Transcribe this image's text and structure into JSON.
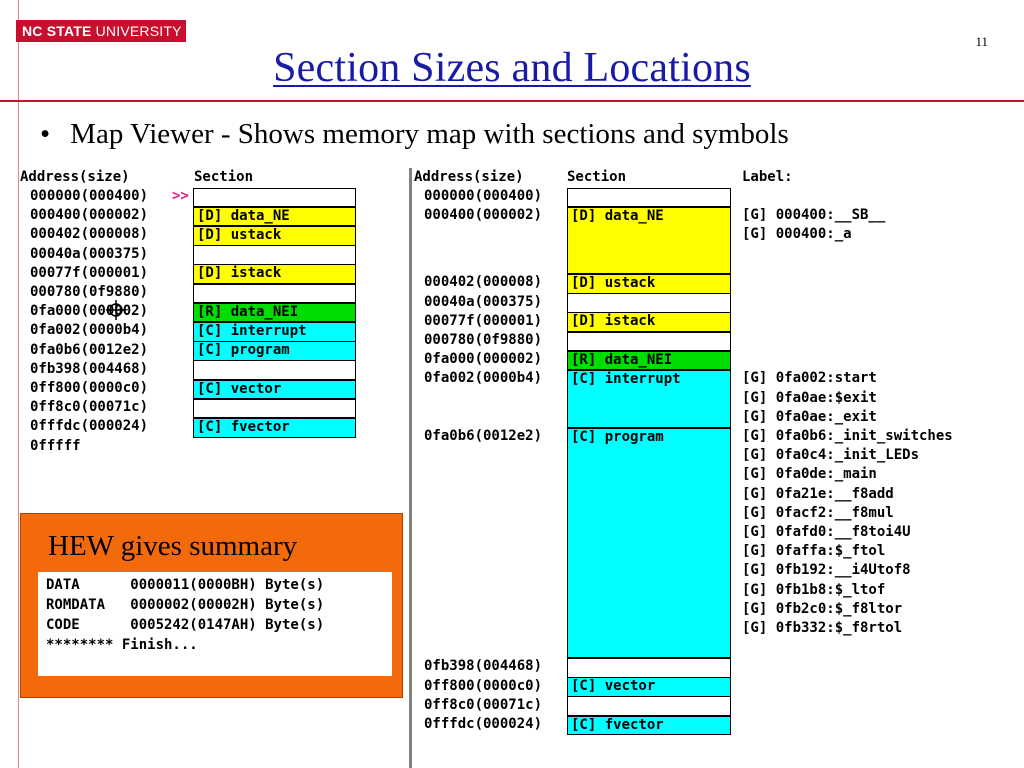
{
  "header": {
    "logo_bold": "NC STATE",
    "logo_rest": " UNIVERSITY",
    "slide_number": "11",
    "title": "Section Sizes and Locations"
  },
  "bullet": {
    "marker": "•",
    "text": "Map Viewer - Shows memory map with sections and symbols"
  },
  "left_map": {
    "header_address": "Address(size)",
    "header_section": "Section",
    "rows": [
      {
        "address": "000000(000400)",
        "section": "",
        "color": "#ffffff",
        "arrow": ">>"
      },
      {
        "address": "000400(000002)",
        "section": "[D] data_NE",
        "color": "#ffff00"
      },
      {
        "address": "000402(000008)",
        "section": "[D] ustack",
        "color": "#ffff00"
      },
      {
        "address": "00040a(000375)",
        "section": "",
        "color": "#ffffff"
      },
      {
        "address": "00077f(000001)",
        "section": "[D] istack",
        "color": "#ffff00"
      },
      {
        "address": "000780(0f9880)",
        "section": "",
        "color": "#ffffff"
      },
      {
        "address": "0fa000(000002)",
        "section": "[R] data_NEI",
        "color": "#00dd00"
      },
      {
        "address": "0fa002(0000b4)",
        "section": "[C] interrupt",
        "color": "#00ffff"
      },
      {
        "address": "0fa0b6(0012e2)",
        "section": "[C] program",
        "color": "#00ffff"
      },
      {
        "address": "0fb398(004468)",
        "section": "",
        "color": "#ffffff"
      },
      {
        "address": "0ff800(0000c0)",
        "section": "[C] vector",
        "color": "#00ffff"
      },
      {
        "address": "0ff8c0(00071c)",
        "section": "",
        "color": "#ffffff"
      },
      {
        "address": "0fffdc(000024)",
        "section": "[C] fvector",
        "color": "#00ffff"
      }
    ],
    "end_address": "0fffff"
  },
  "right_map": {
    "header_address": "Address(size)",
    "header_section": "Section",
    "header_label": "Label:",
    "sections": [
      {
        "address": "000000(000400)",
        "section": "",
        "color": "#ffffff",
        "labels": []
      },
      {
        "address": "000400(000002)",
        "section": "[D] data_NE",
        "color": "#ffff00",
        "labels": [
          "[G] 000400:__SB__",
          "[G] 000400:_a"
        ]
      },
      {
        "address": "000402(000008)",
        "section": "[D] ustack",
        "color": "#ffff00",
        "labels": []
      },
      {
        "address": "00040a(000375)",
        "section": "",
        "color": "#ffffff",
        "labels": []
      },
      {
        "address": "00077f(000001)",
        "section": "[D] istack",
        "color": "#ffff00",
        "labels": []
      },
      {
        "address": "000780(0f9880)",
        "section": "",
        "color": "#ffffff",
        "labels": []
      },
      {
        "address": "0fa000(000002)",
        "section": "[R] data_NEI",
        "color": "#00dd00",
        "labels": []
      },
      {
        "address": "0fa002(0000b4)",
        "section": "[C] interrupt",
        "color": "#00ffff",
        "labels": [
          "[G] 0fa002:start",
          "[G] 0fa0ae:$exit",
          "[G] 0fa0ae:_exit"
        ]
      },
      {
        "address": "0fa0b6(0012e2)",
        "section": "[C] program",
        "color": "#00ffff",
        "labels": [
          "[G] 0fa0b6:_init_switches",
          "[G] 0fa0c4:_init_LEDs",
          "[G] 0fa0de:_main",
          "[G] 0fa21e:__f8add",
          "[G] 0facf2:__f8mul",
          "[G] 0fafd0:__f8toi4U",
          "[G] 0faffa:$_ftol",
          "[G] 0fb192:__i4Utof8",
          "[G] 0fb1b8:$_ltof",
          "[G] 0fb2c0:$_f8ltor",
          "[G] 0fb332:$_f8rtol"
        ]
      },
      {
        "address": "0fb398(004468)",
        "section": "",
        "color": "#ffffff",
        "labels": []
      },
      {
        "address": "0ff800(0000c0)",
        "section": "[C] vector",
        "color": "#00ffff",
        "labels": []
      },
      {
        "address": "0ff8c0(00071c)",
        "section": "",
        "color": "#ffffff",
        "labels": []
      },
      {
        "address": "0fffdc(000024)",
        "section": "[C] fvector",
        "color": "#00ffff",
        "labels": []
      }
    ]
  },
  "callout": {
    "title": "HEW gives summary",
    "lines": [
      "DATA      0000011(0000BH) Byte(s)",
      "ROMDATA   0000002(00002H) Byte(s)",
      "CODE      0005242(0147AH) Byte(s)",
      "******** Finish..."
    ]
  }
}
